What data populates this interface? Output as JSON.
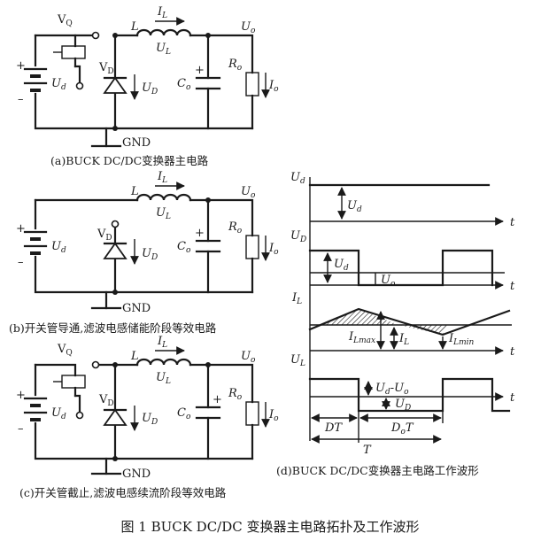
{
  "circuit_a": {
    "vq": "V",
    "vq_sub": "Q",
    "l": "L",
    "il": "I",
    "il_sub": "L",
    "ul": "U",
    "ul_sub": "L",
    "uo": "U",
    "uo_sub": "o",
    "ud": "U",
    "ud_sub": "d",
    "vd": "V",
    "vd_sub": "D",
    "udiode": "U",
    "udiode_sub": "D",
    "co": "C",
    "co_sub": "o",
    "plus": "+",
    "ro": "R",
    "ro_sub": "o",
    "io": "I",
    "io_sub": "o",
    "gnd": "GND",
    "caption": "(a)BUCK DC/DC变换器主电路"
  },
  "circuit_b": {
    "l": "L",
    "il": "I",
    "il_sub": "L",
    "ul": "U",
    "ul_sub": "L",
    "uo": "U",
    "uo_sub": "o",
    "ud": "U",
    "ud_sub": "d",
    "vd": "V",
    "vd_sub": "D",
    "udiode": "U",
    "udiode_sub": "D",
    "co": "C",
    "co_sub": "o",
    "plus": "+",
    "ro": "R",
    "ro_sub": "o",
    "io": "I",
    "io_sub": "o",
    "gnd": "GND",
    "caption": "(b)开关管导通,滤波电感储能阶段等效电路"
  },
  "circuit_c": {
    "vq": "V",
    "vq_sub": "Q",
    "l": "L",
    "il": "I",
    "il_sub": "L",
    "ul": "U",
    "ul_sub": "L",
    "uo": "U",
    "uo_sub": "o",
    "ud": "U",
    "ud_sub": "d",
    "vd": "V",
    "vd_sub": "D",
    "udiode": "U",
    "udiode_sub": "D",
    "co": "C",
    "co_sub": "o",
    "plus": "+",
    "ro": "R",
    "ro_sub": "o",
    "io": "I",
    "io_sub": "o",
    "gnd": "GND",
    "caption": "(c)开关管截止,滤波电感续流阶段等效电路"
  },
  "waveforms": {
    "ud_axis": "U",
    "ud_axis_sub": "d",
    "ud_level": "U",
    "ud_level_sub": "d",
    "uD_axis": "U",
    "uD_axis_sub": "D",
    "ud_mid": "U",
    "ud_mid_sub": "d",
    "uo_level": "U",
    "uo_level_sub": "o",
    "il_axis": "I",
    "il_axis_sub": "L",
    "ilmax": "I",
    "ilmax_sub": "Lmax",
    "il_mid": "I",
    "il_mid_sub": "L",
    "ilmin": "I",
    "ilmin_sub": "Lmin",
    "ul_axis": "U",
    "ul_axis_sub": "L",
    "ud_minus_uo": "U",
    "ud_minus_uo_sub1": "d",
    "ud_minus_uo_dash": "-U",
    "ud_minus_uo_sub2": "o",
    "uD_level": "U",
    "uD_level_sub": "D",
    "dt": "DT",
    "dot": "D",
    "dot_sub": "o",
    "dot_t": "T",
    "period": "T",
    "t": "t",
    "caption": "(d)BUCK DC/DC变换器主电路工作波形"
  },
  "figure_caption": "图 1    BUCK DC/DC 变换器主电路拓扑及工作波形"
}
